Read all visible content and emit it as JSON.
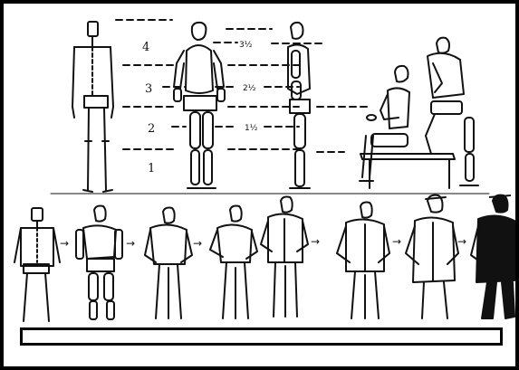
{
  "proportion_labels": {
    "head_4": "4",
    "head_3": "3",
    "head_2": "2",
    "head_1": "1",
    "half_3": "3½",
    "half_2": "2½",
    "half_1": "1½"
  },
  "caption": "",
  "colors": {
    "ink": "#111111",
    "frame": "#000000",
    "paper": "#ffffff"
  }
}
